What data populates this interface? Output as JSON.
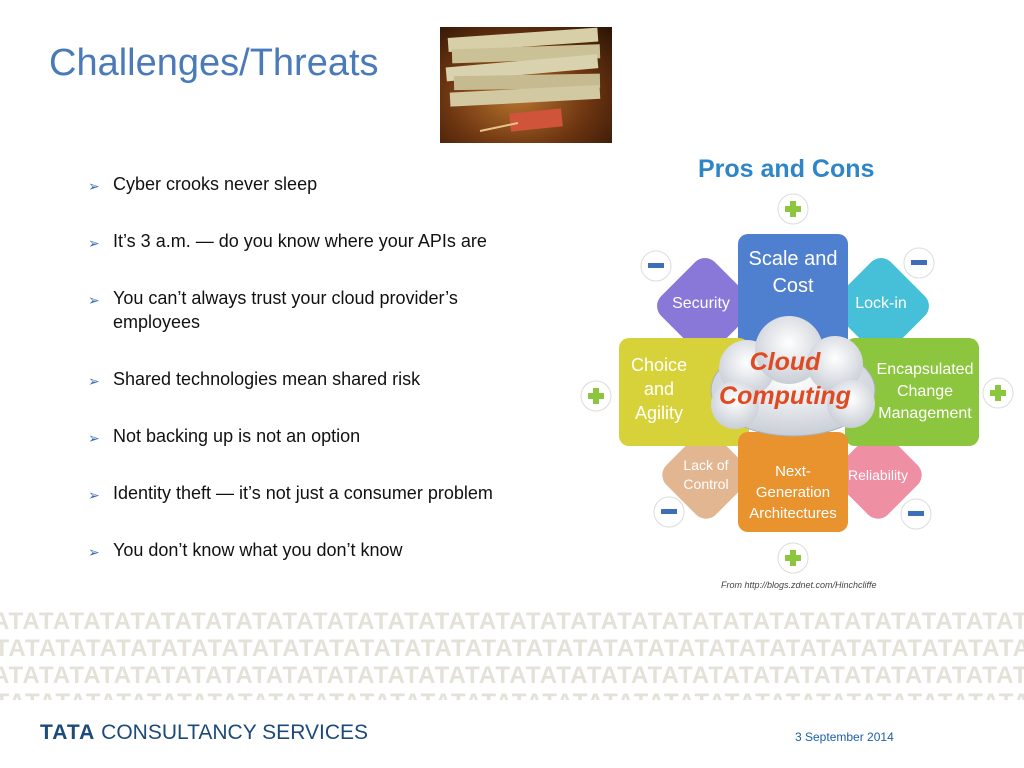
{
  "slide": {
    "title": "Challenges/Threats",
    "bullets": [
      "Cyber crooks never sleep",
      "It’s 3 a.m. — do you know where your APIs are",
      "You can’t always trust your cloud provider’s employees",
      "Shared technologies mean shared risk",
      "Not backing up is not an option",
      "Identity theft — it’s not just a consumer problem",
      "You don’t know what you don’t know"
    ]
  },
  "diagram": {
    "title": "Pros and Cons",
    "center_line1": "Cloud",
    "center_line2": "Computing",
    "tiles": {
      "scale": [
        "Scale and",
        "Cost"
      ],
      "choice": [
        "Choice",
        "and",
        "Agility"
      ],
      "encap": [
        "Encapsulated",
        "Change",
        "Management"
      ],
      "nextgen": [
        "Next-",
        "Generation",
        "Architectures"
      ],
      "security": "Security",
      "lockin": "Lock-in",
      "lack": [
        "Lack of",
        "Control"
      ],
      "reliability": "Reliability"
    },
    "credit": "From http://blogs.zdnet.com/Hinchcliffe",
    "colors": {
      "blue": "#4f7fcf",
      "yellow": "#d8d23a",
      "green": "#8cc63e",
      "orange": "#e8932e",
      "purple": "#8a78d8",
      "cyan": "#45c0d8",
      "tan": "#e2b690",
      "pink": "#ee8fa3"
    }
  },
  "footer": {
    "logo_bold": "TATA",
    "logo_rest": " CONSULTANCY SERVICES",
    "date": "3 September 2014",
    "pattern_row": "ATATATATATATATATATATATATATATATATATATATATATATATATATATATATATATATATATATATATATAT"
  }
}
